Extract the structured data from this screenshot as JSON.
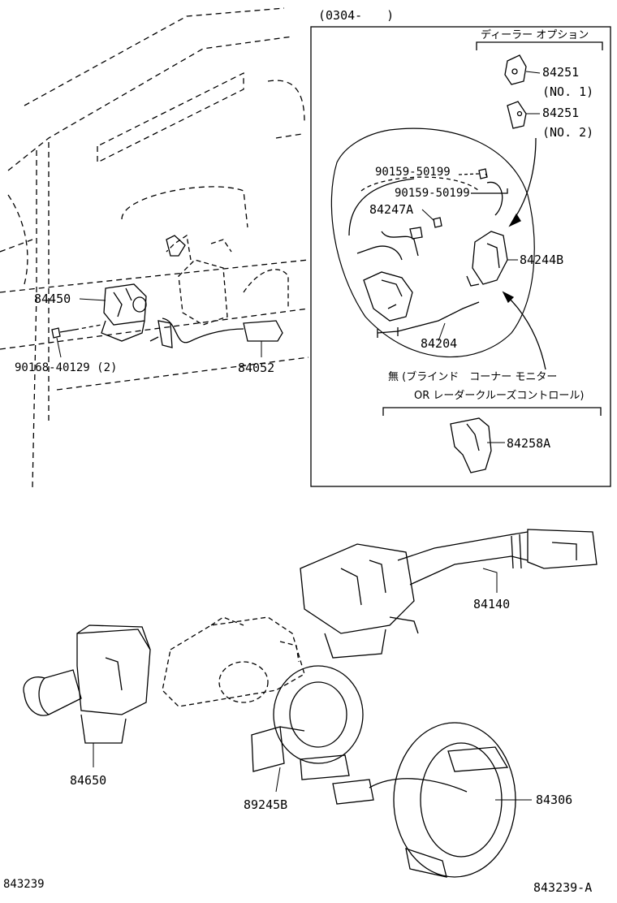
{
  "inset": {
    "date_range": "(0304-　　)",
    "dealer_option": "ディーラー オプション",
    "no_blind_corner": "無 (ブラインド　コーナー モニター",
    "or_radar_cruise": "OR レーダークルーズコントロール)"
  },
  "parts": {
    "p84251_no1": "84251",
    "no1": "(NO. 1)",
    "p84251_no2": "84251",
    "no2": "(NO. 2)",
    "p90159_a": "90159-50199",
    "p90159_b": "90159-50199",
    "p84247A": "84247A",
    "p84244B": "84244B",
    "p84204": "84204",
    "p84258A": "84258A",
    "p84450": "84450",
    "p90168": "90168-40129 (2)",
    "p84052": "84052",
    "p84140": "84140",
    "p84650": "84650",
    "p89245B": "89245B",
    "p84306": "84306"
  },
  "footer": {
    "left_code": "843239",
    "right_code": "843239-A"
  }
}
